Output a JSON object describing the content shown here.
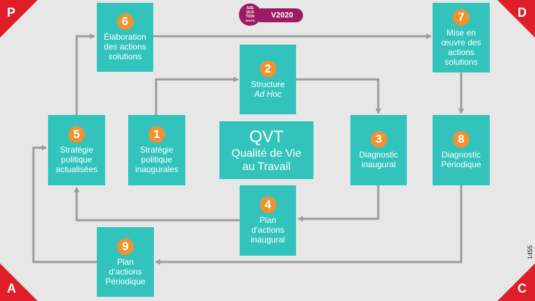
{
  "logo": {
    "lines": [
      "ADE",
      "QUA",
      "TION",
      "SANTÉ"
    ],
    "badge": "V2020"
  },
  "corners": {
    "tl": "P",
    "tr": "D",
    "bl": "A",
    "br": "C"
  },
  "center": {
    "title": "QVT",
    "subtitle_lines": [
      "Qualité de Vie",
      "au Travail"
    ]
  },
  "steps": [
    {
      "id": "1",
      "number": "1",
      "lines": [
        "Stratégie",
        "politique",
        "inaugurales"
      ]
    },
    {
      "id": "2",
      "number": "2",
      "lines": [
        "Structure",
        "Ad Hoc"
      ]
    },
    {
      "id": "3",
      "number": "3",
      "lines": [
        "Diagnostic",
        "inaugural"
      ]
    },
    {
      "id": "4",
      "number": "4",
      "lines": [
        "Plan",
        "d’actions",
        "inaugural"
      ]
    },
    {
      "id": "5",
      "number": "5",
      "lines": [
        "Stratégie",
        "politique",
        "actualisées"
      ]
    },
    {
      "id": "6",
      "number": "6",
      "lines": [
        "Élaboration",
        "des actions",
        "solutions"
      ]
    },
    {
      "id": "7",
      "number": "7",
      "lines": [
        "Mise en",
        "œuvre des",
        "actions",
        "solutions"
      ]
    },
    {
      "id": "8",
      "number": "8",
      "lines": [
        "Diagnostic",
        "Périodique"
      ]
    },
    {
      "id": "9",
      "number": "9",
      "lines": [
        "Plan",
        "d’actions",
        "Périodique"
      ]
    }
  ],
  "reference": "1455",
  "colors": {
    "box": "#33c3bd",
    "badge": "#f0922e",
    "corner": "#e01e2a",
    "arrow": "#9b9b9b",
    "logo": "#9c1b63"
  }
}
